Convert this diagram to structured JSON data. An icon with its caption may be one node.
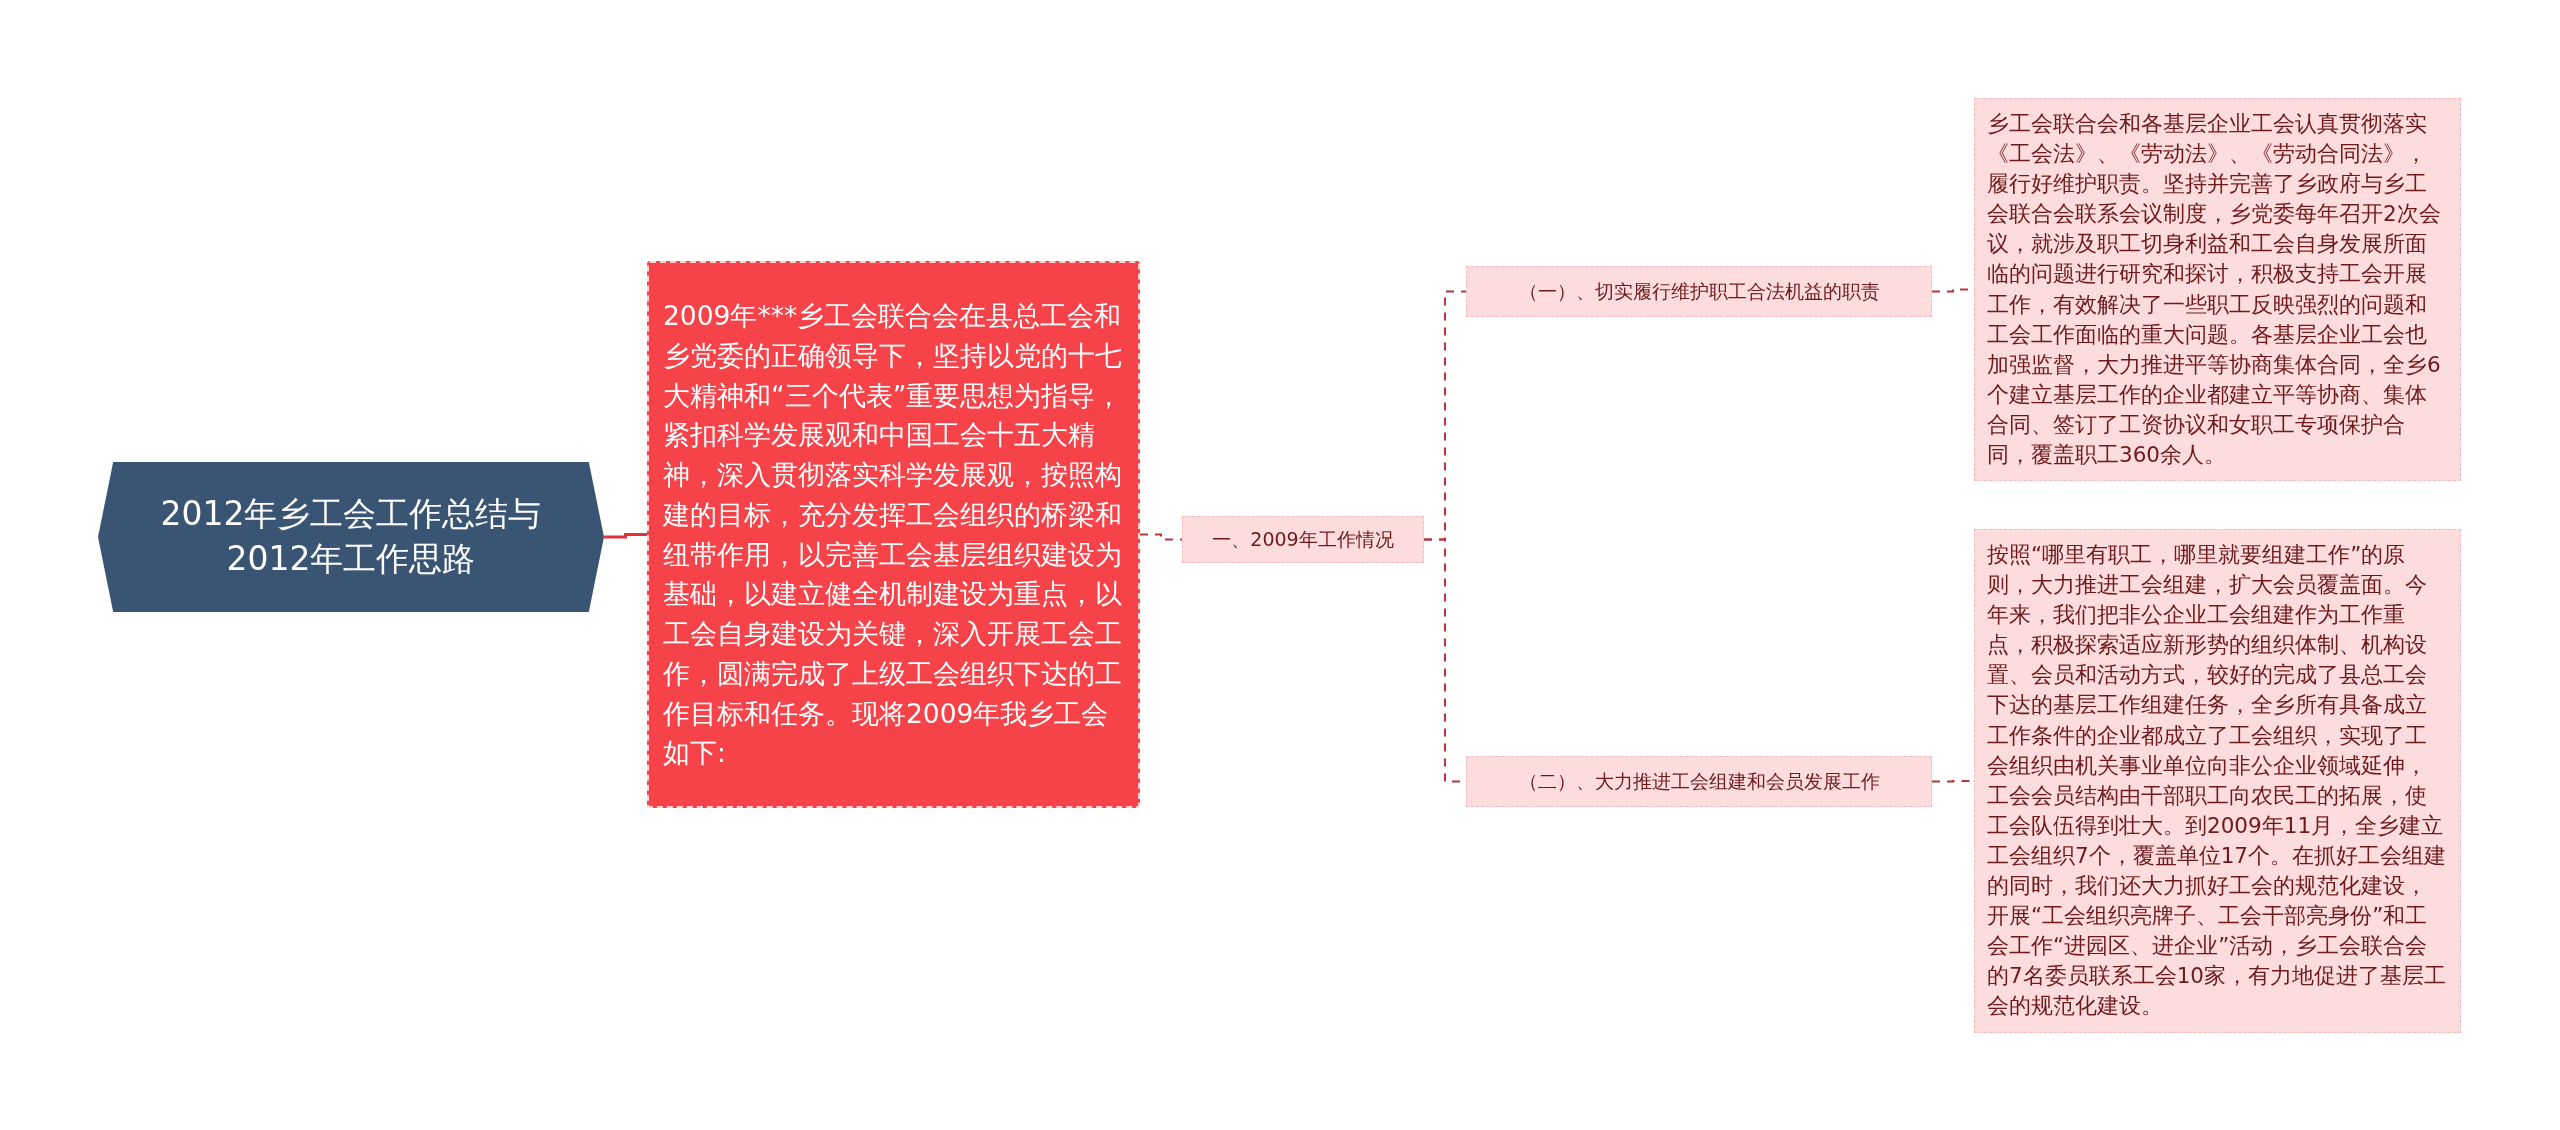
{
  "diagram": {
    "nodes": [
      {
        "text": [
          "2012年乡工会工作总结与2012年工作思路"
        ]
      },
      {
        "text": [
          "2009年***乡工会联合会在县总工会和乡党委的正确领导下，坚持以党的十七大精神和“三个代表”重要思想为指导，紧扣科学发展观和中国工会十五大精神，深入贯彻落实科学发展观，按照构建的目标，充分发挥工会组织的桥梁和纽带作用，以完善工会基层组织建设为基础，以建立健全机制建设为重点，以工会自身建设为关键，深入开展工会工作，圆满完成了上级工会组织下达的工作目标和任务。现将2009年我乡工会如下:"
        ]
      },
      {
        "text": [
          "一、2009年工作情况"
        ]
      },
      {
        "text": [
          "（一）、切实履行维护职工合法机益的职责"
        ]
      },
      {
        "text": [
          "（二）、大力推进工会组建和会员发展工作"
        ]
      },
      {
        "text": [
          "乡工会联合会和各基层企业工会认真贯彻落实《工会法》、《劳动法》、《劳动合同法》，履行好维护职责。坚持并完善了乡政府与乡工会联合会联系会议制度，乡党委每年召开2次会议，就涉及职工切身利益和工会自身发展所面临的问题进行研究和探讨，积极支持工会开展工作，有效解决了一些职工反映强烈的问题和工会工作面临的重大问题。各基层企业工会也加强监督，大力推进平等协商集体合同，全乡6个建立基层工作的企业都建立平等协商、集体合同、签订了工资协议和女职工专项保护合同，覆盖职工360余人。"
        ]
      },
      {
        "text": [
          "按照“哪里有职工，哪里就要组建工作”的原则，大力推进工会组建，扩大会员覆盖面。今年来，我们把非公企业工会组建作为工作重点，积极探索适应新形势的组织体制、机构设置、会员和活动方式，较好的完成了县总工会下达的基层工作组建任务，全乡所有具备成立工作条件的企业都成立了工会组织，实现了工会组织由机关事业单位向非公企业领域延伸，工会会员结构由干部职工向农民工的拓展，使工会队伍得到壮大。到2009年11月，全乡建立工会组织7个，覆盖单位17个。在抓好工会组建的同时，我们还大力抓好工会的规范化建设，开展“工会组织亮牌子、工会干部亮身份”和工会工作“进园区、进企业”活动，乡工会联合会的7名委员联系工会10家，有力地促进了基层工会的规范化建设。"
        ]
      }
    ],
    "edges": [
      {
        "from": 0,
        "to": 1,
        "arrow": "none",
        "color": "#e0323c"
      },
      {
        "from": 1,
        "to": 2,
        "arrow": "none",
        "style": "dashed"
      },
      {
        "from": 2,
        "to": 3,
        "arrow": "none",
        "style": "dashed"
      },
      {
        "from": 2,
        "to": 4,
        "arrow": "none",
        "style": "dashed"
      },
      {
        "from": 3,
        "to": 5,
        "arrow": "none",
        "style": "dashed"
      },
      {
        "from": 4,
        "to": 6,
        "arrow": "none",
        "style": "dashed"
      }
    ]
  }
}
